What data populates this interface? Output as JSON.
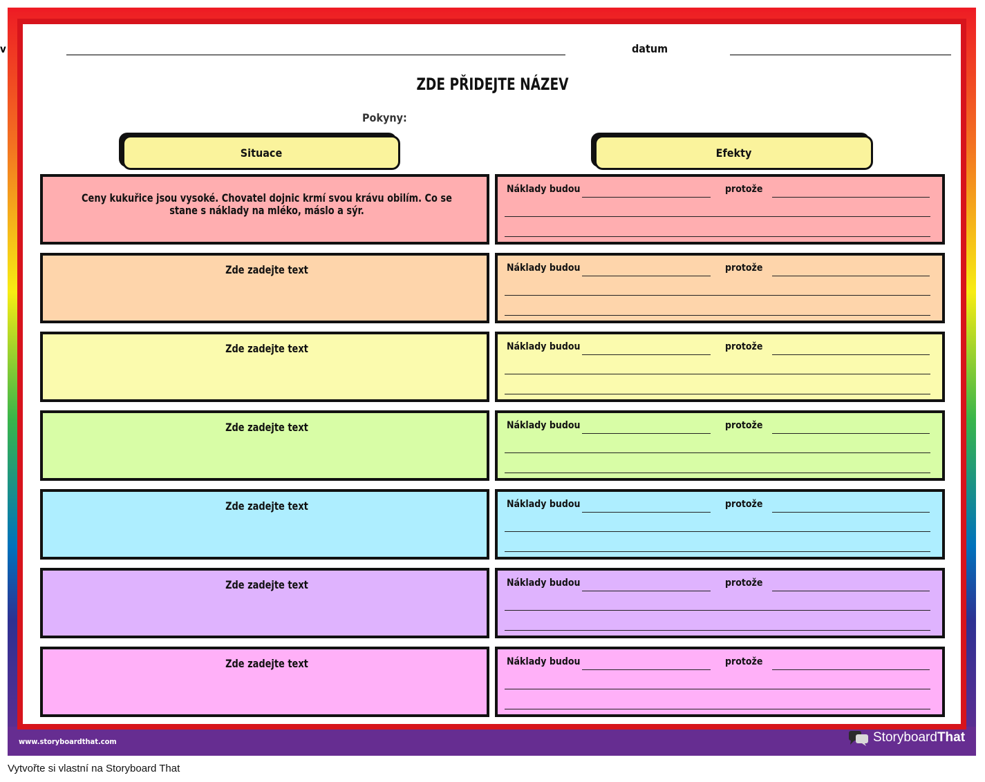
{
  "header": {
    "name_label_fragment": "v",
    "date_label": "datum",
    "title": "ZDE PŘIDEJTE NÁZEV",
    "instructions": "Pokyny:"
  },
  "columns": {
    "left_header": "Situace",
    "right_header": "Efekty"
  },
  "rows": [
    {
      "color": "#ffaeb0",
      "situation": "Ceny kukuřice jsou vysoké. Chovatel dojnic krmí svou krávu obilím. Co se stane s náklady na mléko, máslo a sýr.",
      "effect_label": "Náklady budou",
      "because_label": "protože"
    },
    {
      "color": "#fed5ab",
      "situation": "Zde zadejte text",
      "effect_label": "Náklady budou",
      "because_label": "protože"
    },
    {
      "color": "#fbfbae",
      "situation": "Zde zadejte text",
      "effect_label": "Náklady budou",
      "because_label": "protože"
    },
    {
      "color": "#d8fda6",
      "situation": "Zde zadejte text",
      "effect_label": "Náklady budou",
      "because_label": "protože"
    },
    {
      "color": "#aeeeff",
      "situation": "Zde zadejte text",
      "effect_label": "Náklady budou",
      "because_label": "protože"
    },
    {
      "color": "#dfb3fe",
      "situation": "Zde zadejte text",
      "effect_label": "Náklady budou",
      "because_label": "protože"
    },
    {
      "color": "#ffb0f8",
      "situation": "Zde zadejte text",
      "effect_label": "Náklady budou",
      "because_label": "protože"
    }
  ],
  "footer": {
    "site_url": "www.storyboardthat.com",
    "logo_word_1": "Storyboard",
    "logo_word_2": "That",
    "caption": "Vytvořte si vlastní na Storyboard That"
  },
  "colors": {
    "frame_red": "#d7141c",
    "footer_purple": "#662d91",
    "header_pill": "#faf39c"
  }
}
